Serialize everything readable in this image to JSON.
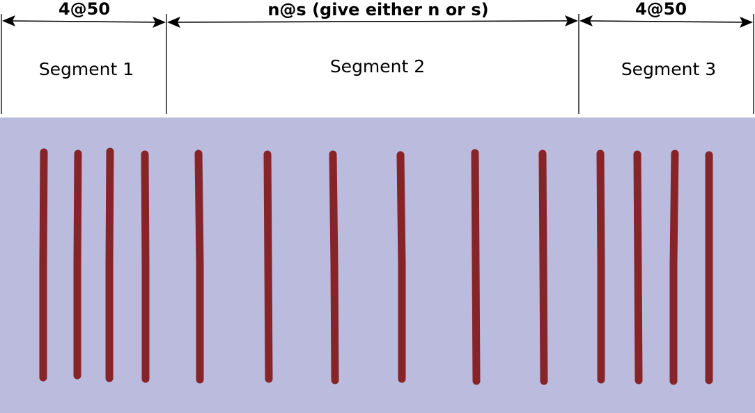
{
  "dimensions": {
    "left": "4@50",
    "middle": "n@s (give either n or s)",
    "right": "4@50"
  },
  "segments": [
    "Segment 1",
    "Segment 2",
    "Segment 3"
  ],
  "colors": {
    "background_panel": "#bbbbde",
    "bar": "#862427",
    "lines": "#000000"
  },
  "bar_groups": {
    "segment_1_count": 4,
    "segment_2_count": 6,
    "segment_3_count": 4
  }
}
